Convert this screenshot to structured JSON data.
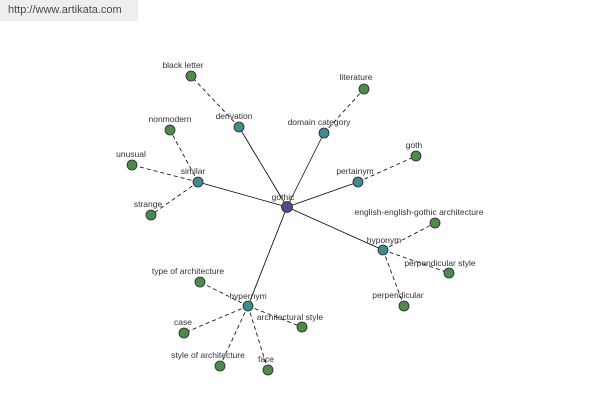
{
  "watermark": "http://www.artikata.com",
  "graph": {
    "center": {
      "label": "gothic"
    },
    "relations": [
      {
        "label": "derivation",
        "terms": [
          "black letter"
        ]
      },
      {
        "label": "domain category",
        "terms": [
          "literature"
        ]
      },
      {
        "label": "pertainym",
        "terms": [
          "goth"
        ]
      },
      {
        "label": "hyponym",
        "terms": [
          "english-english-gothic architecture",
          "perpendicular style",
          "perpendicular"
        ]
      },
      {
        "label": "hypernym",
        "terms": [
          "type of architecture",
          "case",
          "architectural style",
          "style of architecture",
          "face"
        ]
      },
      {
        "label": "similar",
        "terms": [
          "nonmodern",
          "unusual",
          "strange"
        ]
      }
    ]
  },
  "colors": {
    "center_node": "#4b4e8e",
    "relation_node": "#3e8c8e",
    "term_node": "#4e8b4b",
    "edge": "#000000",
    "label": "#333333",
    "watermark_bg": "#eeeeee",
    "watermark_text": "#4a4a4a"
  }
}
